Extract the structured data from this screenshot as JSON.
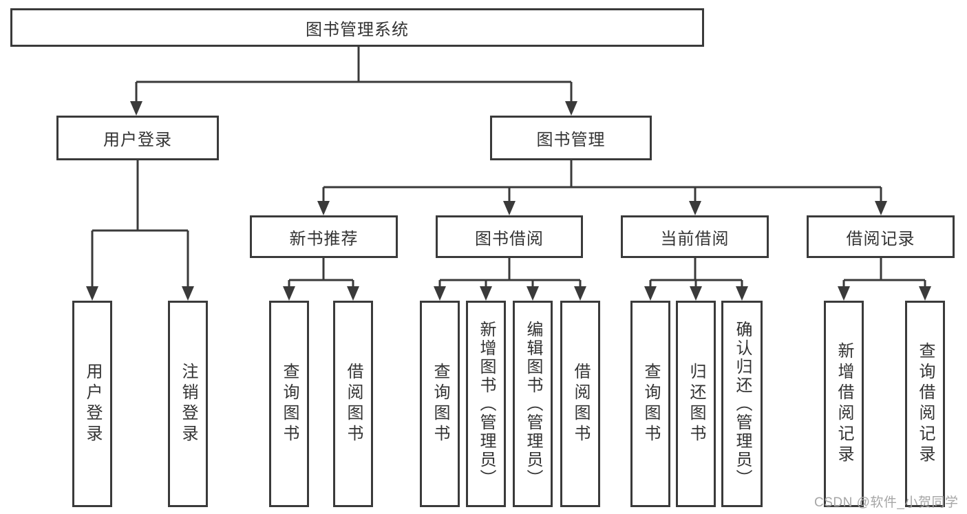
{
  "colors": {
    "line": "#3a3a3a",
    "text": "#333333",
    "watermark": "#a6a6a6",
    "background": "#ffffff"
  },
  "nodes": {
    "root": "图书管理系统",
    "user_login": "用户登录",
    "book_mgmt": "图书管理",
    "new_book_rec": "新书推荐",
    "book_borrow": "图书借阅",
    "current_borrow": "当前借阅",
    "borrow_records": "借阅记录",
    "leaf_user_login": "用户登录",
    "leaf_logout": "注销登录",
    "leaf_query_books_1": "查询图书",
    "leaf_borrow_books_1": "借阅图书",
    "leaf_query_books_2": "查询图书",
    "leaf_add_books": "新增图书（管理员）",
    "leaf_edit_books": "编辑图书（管理员）",
    "leaf_borrow_books_2": "借阅图书",
    "leaf_query_books_3": "查询图书",
    "leaf_return_books": "归还图书",
    "leaf_confirm_return": "确认归还（管理员）",
    "leaf_add_borrow_record": "新增借阅记录",
    "leaf_query_borrow_record": "查询借阅记录"
  },
  "watermark": "CSDN @软件_小贺同学"
}
